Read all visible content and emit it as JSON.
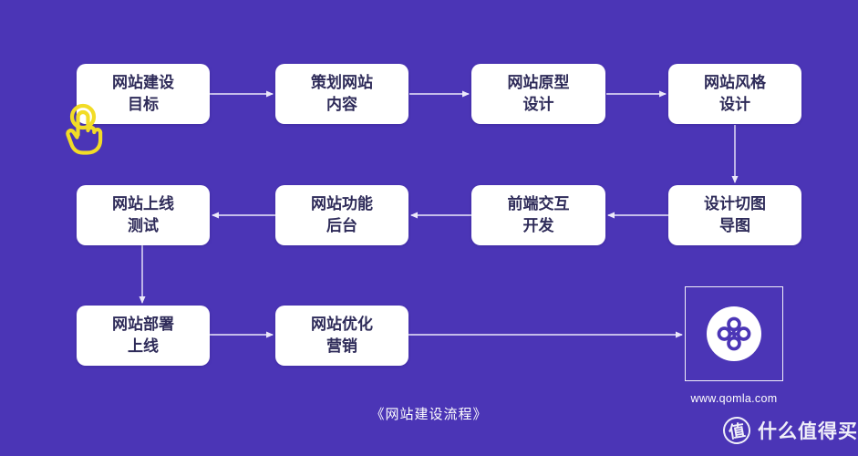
{
  "page": {
    "caption": "《网站建设流程》"
  },
  "colors": {
    "background": "#4b35b6",
    "node_background": "#ffffff",
    "node_text": "#2e2b59",
    "connector": "#ece9fa",
    "cursor_yellow": "#f2dc26",
    "logo_purple": "#4b35b6"
  },
  "flowchart": {
    "nodes": [
      {
        "id": "goal",
        "label": "网站建设\n目标"
      },
      {
        "id": "planning",
        "label": "策划网站\n内容"
      },
      {
        "id": "prototype",
        "label": "网站原型\n设计"
      },
      {
        "id": "style",
        "label": "网站风格\n设计"
      },
      {
        "id": "testing",
        "label": "网站上线\n测试"
      },
      {
        "id": "backend",
        "label": "网站功能\n后台"
      },
      {
        "id": "frontend",
        "label": "前端交互\n开发"
      },
      {
        "id": "slicing",
        "label": "设计切图\n导图"
      },
      {
        "id": "deploy",
        "label": "网站部署\n上线"
      },
      {
        "id": "marketing",
        "label": "网站优化\n营销"
      }
    ],
    "edges": [
      {
        "from": "goal",
        "to": "planning"
      },
      {
        "from": "planning",
        "to": "prototype"
      },
      {
        "from": "prototype",
        "to": "style"
      },
      {
        "from": "style",
        "to": "slicing"
      },
      {
        "from": "slicing",
        "to": "frontend"
      },
      {
        "from": "frontend",
        "to": "backend"
      },
      {
        "from": "backend",
        "to": "testing"
      },
      {
        "from": "testing",
        "to": "deploy"
      },
      {
        "from": "deploy",
        "to": "marketing"
      },
      {
        "from": "marketing",
        "to": "brand-logo"
      }
    ]
  },
  "brand": {
    "website": "www.qomla.com"
  },
  "watermark": {
    "badge": "值",
    "text": "什么值得买"
  }
}
